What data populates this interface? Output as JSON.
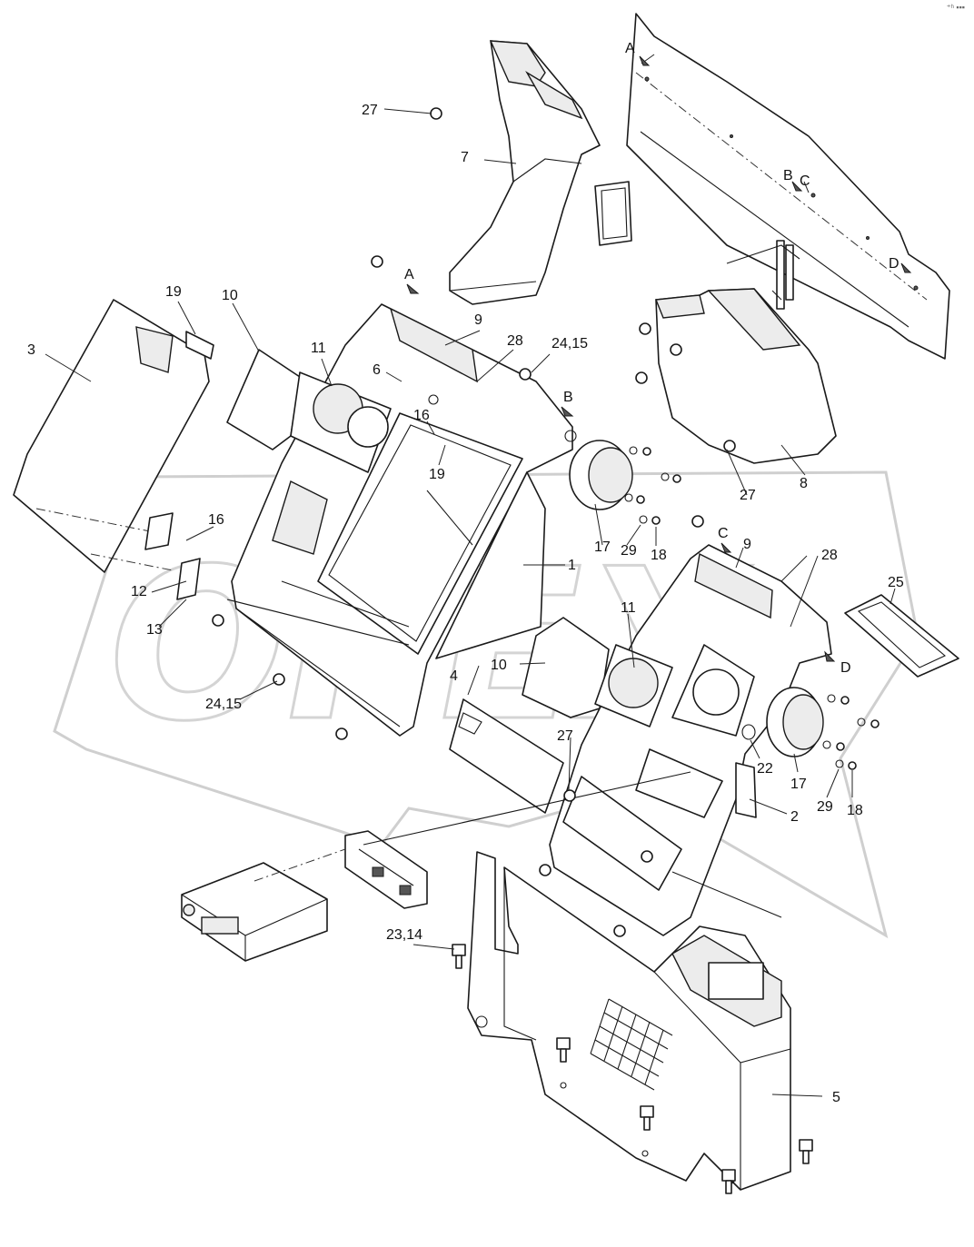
{
  "corner_mark": "⁺ʰ ▪▪▪",
  "watermark": {
    "text": "OPEX",
    "color": "#d4d4d4"
  },
  "colors": {
    "line": "#1a1a1a",
    "background": "#ffffff",
    "watermark": "#cfcfcf"
  },
  "callouts": {
    "c1": "1",
    "c2": "2",
    "c3": "3",
    "c4": "4",
    "c5": "5",
    "c6": "6",
    "c7": "7",
    "c8": "8",
    "c9a": "9",
    "c9b": "9",
    "c10a": "10",
    "c10b": "10",
    "c11a": "11",
    "c11b": "11",
    "c12": "12",
    "c13": "13",
    "c16a": "16",
    "c16b": "16",
    "c17a": "17",
    "c17b": "17",
    "c18a": "18",
    "c18b": "18",
    "c19a": "19",
    "c19b": "19",
    "c22": "22",
    "c23_14": "23,14",
    "c24_15a": "24,15",
    "c24_15b": "24,15",
    "c25": "25",
    "c27a": "27",
    "c27b": "27",
    "c27c": "27",
    "c28a": "28",
    "c28b": "28",
    "c29a": "29",
    "c29b": "29"
  },
  "view_markers": {
    "A_top": "A",
    "B_top": "B",
    "C_top": "C",
    "D_top": "D",
    "A_panel": "A",
    "B_panel": "B",
    "C_panel": "C",
    "D_panel": "D"
  }
}
